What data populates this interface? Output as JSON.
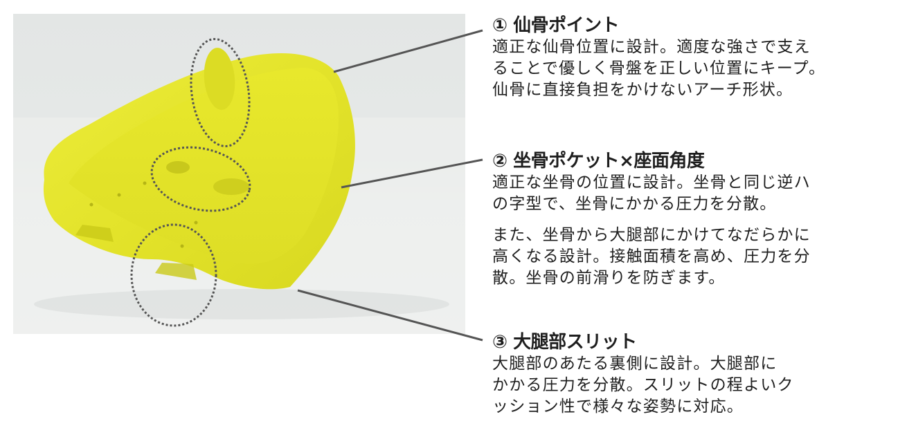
{
  "image": {
    "subject": "yellow-seat-cushion-photo",
    "seat_color": "#e3e32a",
    "background_color": "#e6e9e8",
    "callout_line_color": "#555555"
  },
  "callouts": [
    {
      "number": "①",
      "title": "① 仙骨ポイント",
      "lines": [
        "適正な仙骨位置に設計。適度な強さで支え",
        "ることで優しく骨盤を正しい位置にキープ。",
        "仙骨に直接負担をかけないアーチ形状。"
      ]
    },
    {
      "number": "②",
      "title": "② 坐骨ポケット×座面角度",
      "lines": [
        "適正な坐骨の位置に設計。坐骨と同じ逆ハ",
        "の字型で、坐骨にかかる圧力を分散。",
        "また、坐骨から大腿部にかけてなだらかに",
        "高くなる設計。接触面積を高め、圧力を分",
        "散。坐骨の前滑りを防ぎます。"
      ]
    },
    {
      "number": "③",
      "title": "③ 大腿部スリット",
      "lines": [
        "大腿部のあたる裏側に設計。大腿部に",
        "かかる圧力を分散。スリットの程よいク",
        "ッション性で様々な姿勢に対応。"
      ]
    }
  ]
}
